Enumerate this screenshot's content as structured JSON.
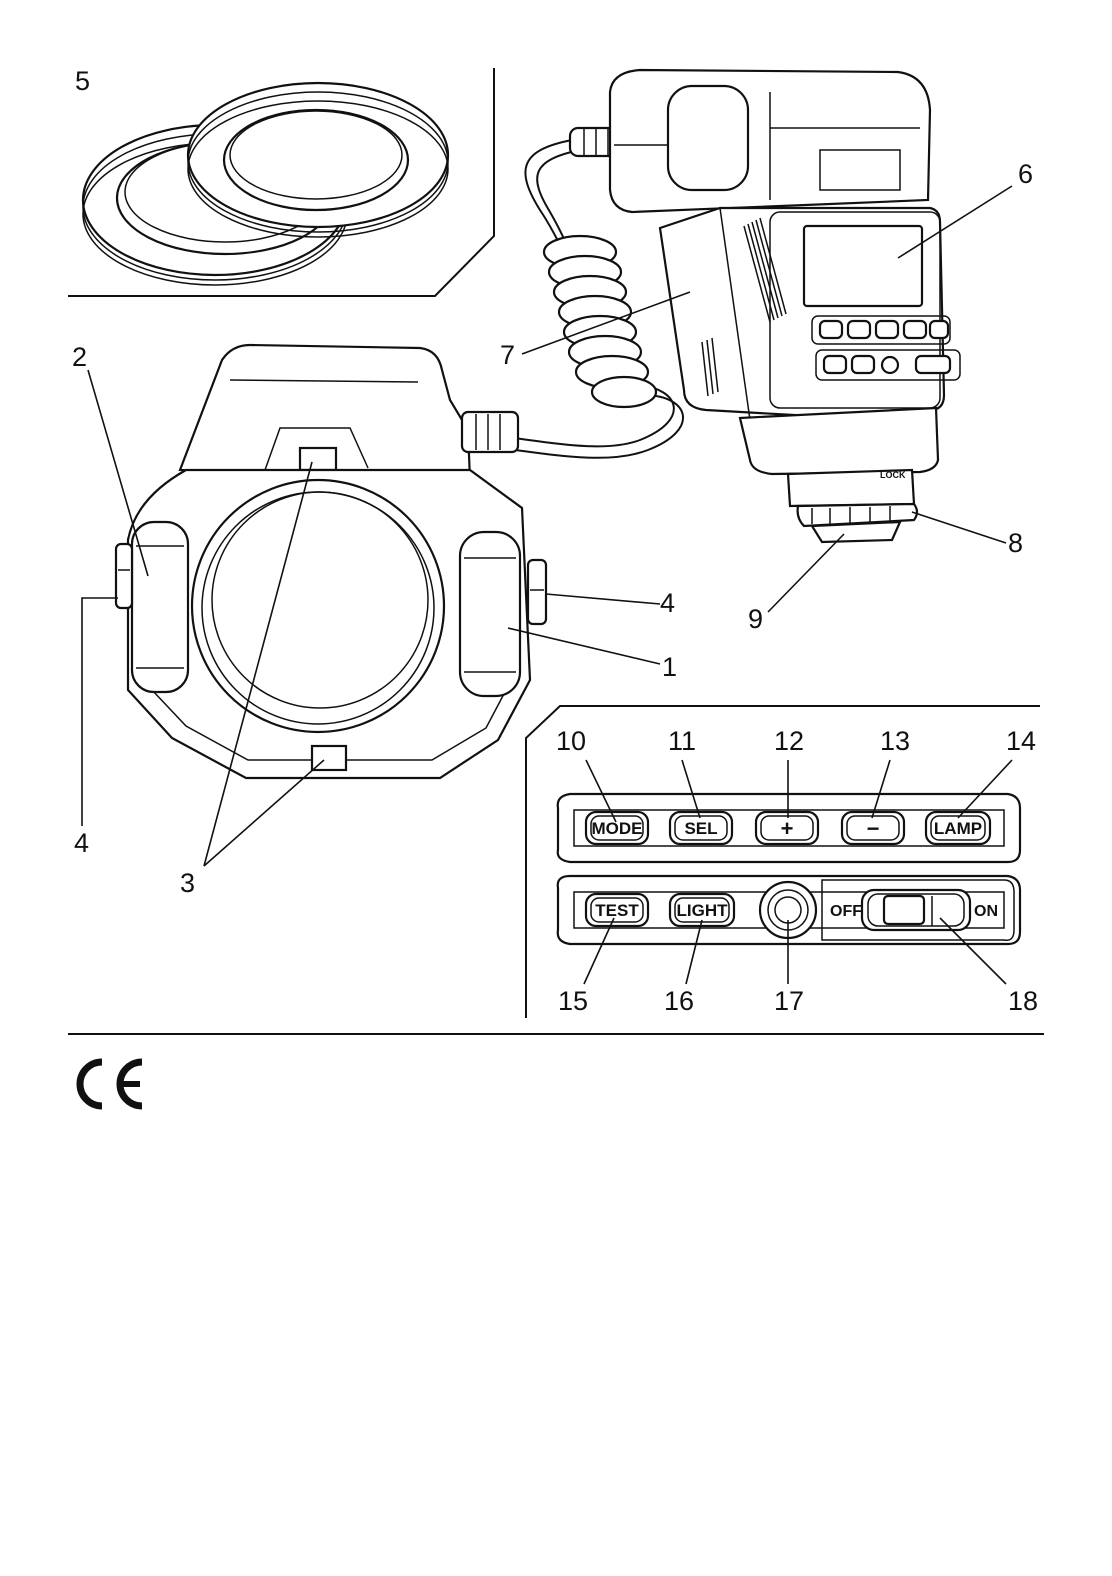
{
  "diagram": {
    "part_labels": {
      "p1": "1",
      "p2": "2",
      "p3": "3",
      "p4a": "4",
      "p4b": "4",
      "p5": "5",
      "p6": "6",
      "p7": "7",
      "p8": "8",
      "p9": "9",
      "p10": "10",
      "p11": "11",
      "p12": "12",
      "p13": "13",
      "p14": "14",
      "p15": "15",
      "p16": "16",
      "p17": "17",
      "p18": "18"
    },
    "buttons": {
      "mode": "MODE",
      "sel": "SEL",
      "plus": "+",
      "minus": "−",
      "lamp": "LAMP",
      "test": "TEST",
      "light": "LIGHT"
    },
    "switch": {
      "off": "OFF",
      "on": "ON"
    },
    "lock_mark": "LOCK",
    "certification": "CE mark"
  }
}
